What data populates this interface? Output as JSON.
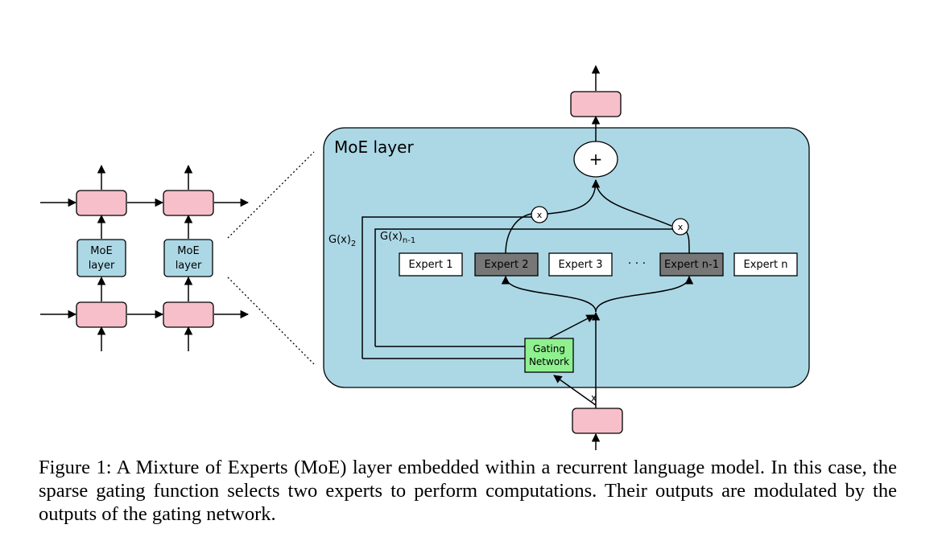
{
  "left_diagram": {
    "moe_label_line1": "MoE",
    "moe_label_line2": "layer"
  },
  "moe_panel": {
    "title": "MoE layer",
    "sum_symbol": "+",
    "multiply_symbol": "x",
    "gate_output_1_base": "G(x)",
    "gate_output_1_sub": "2",
    "gate_output_2_base": "G(x)",
    "gate_output_2_sub": "n-1",
    "ellipsis": "· · ·",
    "input_label": "x",
    "gating_line1": "Gating",
    "gating_line2": "Network",
    "experts": [
      {
        "label": "Expert 1",
        "selected": false
      },
      {
        "label": "Expert 2",
        "selected": true
      },
      {
        "label": "Expert 3",
        "selected": false
      },
      {
        "label": "Expert n-1",
        "selected": true
      },
      {
        "label": "Expert n",
        "selected": false
      }
    ]
  },
  "colors": {
    "hidden_state": "#f7bfc9",
    "moe_panel": "#acd8e6",
    "gating": "#8ef08e",
    "expert_selected": "#777777",
    "expert_unselected": "#ffffff"
  },
  "caption": {
    "prefix": "Figure 1:",
    "text": "A Mixture of Experts (MoE) layer embedded within a recurrent language model. In this case, the sparse gating function selects two experts to perform computations.  Their outputs are modulated by the outputs of the gating network."
  }
}
